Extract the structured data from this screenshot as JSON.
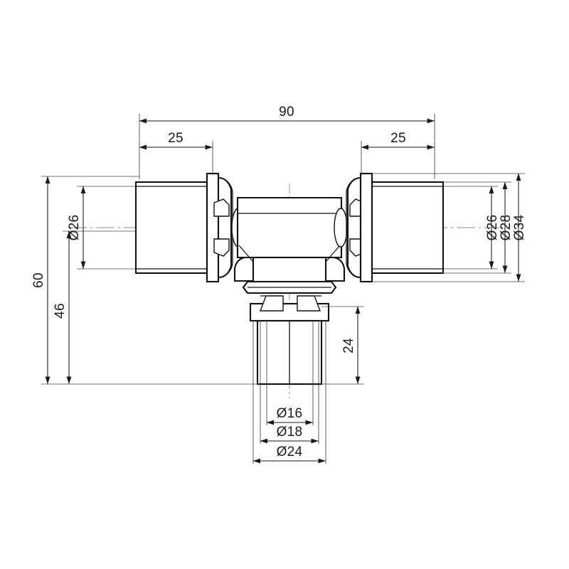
{
  "drawing": {
    "title": "Press Fitting Tee - Dimensioned Technical Drawing",
    "type": "engineering-line-drawing",
    "units": "mm",
    "background_color": "#ffffff",
    "line_color": "#111111",
    "dimension_color": "#1a1a1a",
    "centerline_color": "#8d8d8d"
  },
  "dimensions": {
    "overall_length": "90",
    "left_press_depth": "25",
    "right_press_depth": "25",
    "overall_height": "60",
    "branch_height_46": "46",
    "branch_depth_24": "24",
    "left_bore": "Ø26",
    "right_bore": "Ø26",
    "right_sleeve": "Ø28",
    "right_collar": "Ø34",
    "branch_bore": "Ø16",
    "branch_mid": "Ø18",
    "branch_outer": "Ø24"
  },
  "labels": {
    "top_overall": "90",
    "top_left_25": "25",
    "top_right_25": "25",
    "left_60": "60",
    "left_46": "46",
    "left_d26": "Ø26",
    "right_d26": "Ø26",
    "right_d28": "Ø28",
    "right_d34": "Ø34",
    "branch_24": "24",
    "bottom_d16": "Ø16",
    "bottom_d18": "Ø18",
    "bottom_d24": "Ø24"
  }
}
